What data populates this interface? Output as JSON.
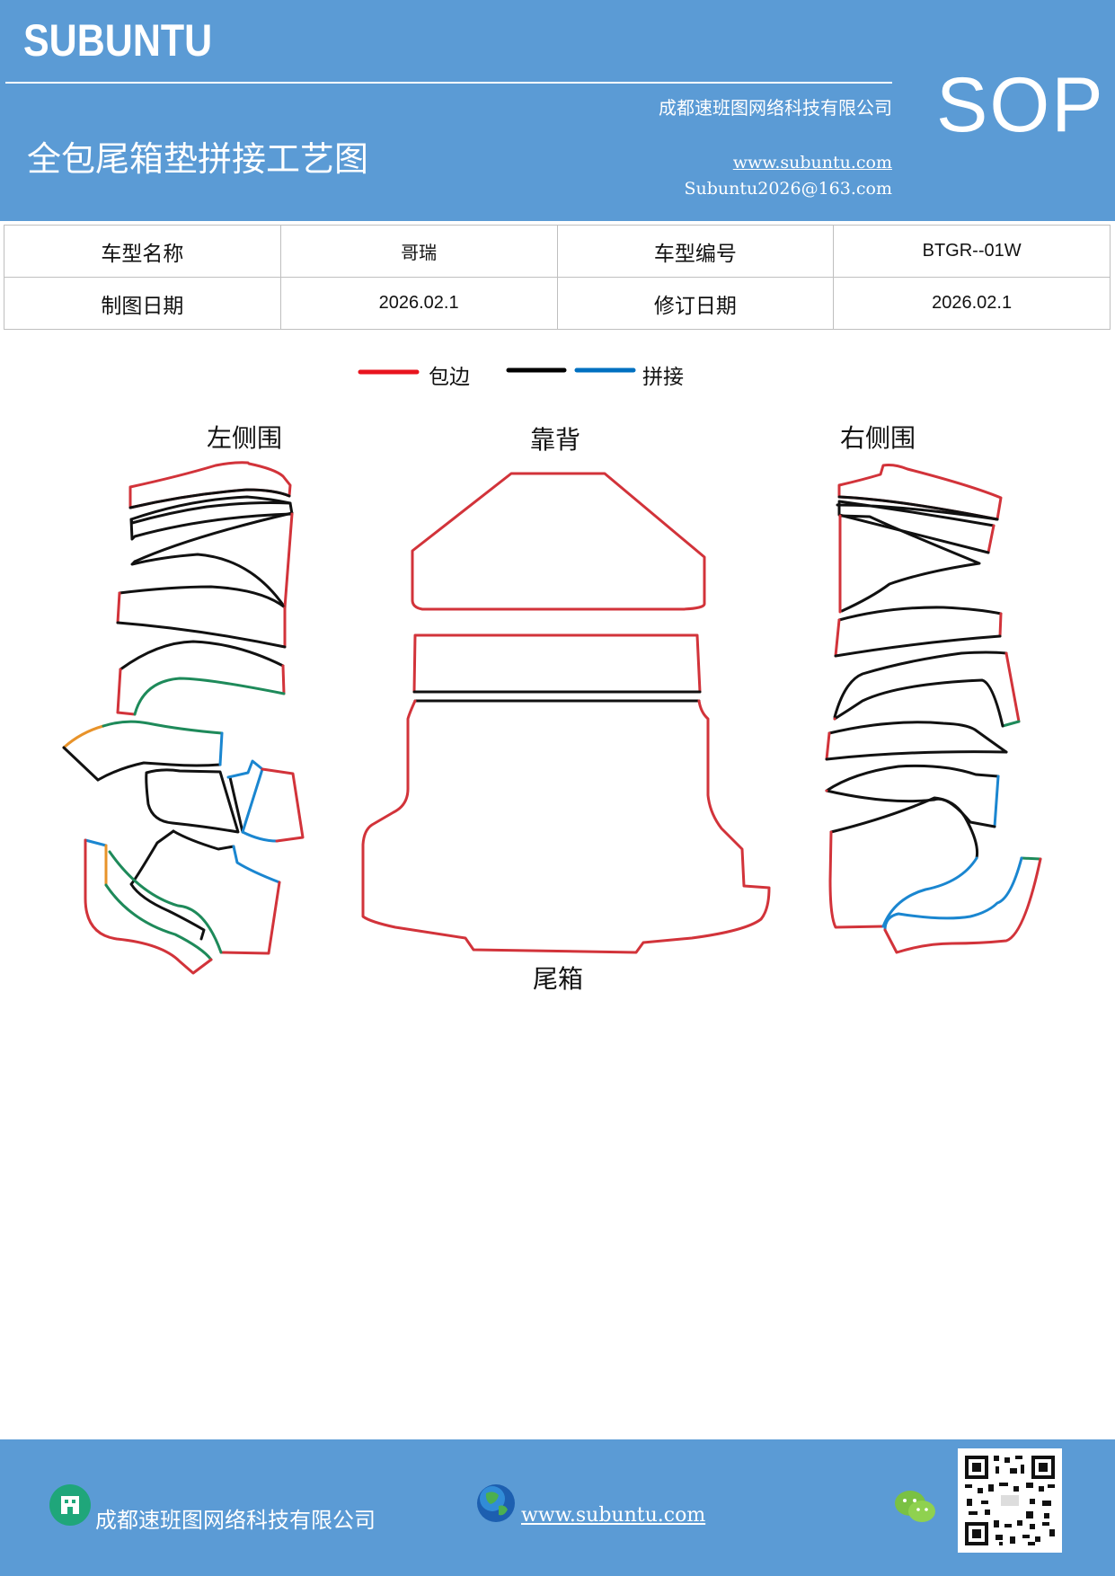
{
  "header": {
    "brand": "SUBUNTU",
    "company": "成都速班图网络科技有限公司",
    "title": "全包尾箱垫拼接工艺图",
    "website": "www.subuntu.com",
    "email": "Subuntu2026@163.com",
    "badge": "SOP"
  },
  "info_table": {
    "model_name_label": "车型名称",
    "model_name_value": "哥瑞",
    "model_code_label": "车型编号",
    "model_code_value": "BTGR--01W",
    "draw_date_label": "制图日期",
    "draw_date_value": "2026.02.1",
    "revision_date_label": "修订日期",
    "revision_date_value": "2026.02.1"
  },
  "legend": {
    "items": [
      {
        "label": "包边",
        "color": "#e8141e"
      },
      {
        "label": "",
        "color": "#000000"
      },
      {
        "label": "拼接",
        "color": "#0070c0"
      }
    ]
  },
  "diagram": {
    "left_label": "左侧围",
    "center_label": "靠背",
    "right_label": "右侧围",
    "bottom_label": "尾箱",
    "colors": {
      "red": "#d2333a",
      "black": "#111111",
      "green": "#1e8a5a",
      "blue": "#1a86d0",
      "orange": "#e8932a"
    }
  },
  "footer": {
    "company": "成都速班图网络科技有限公司",
    "website": "www.subuntu.com"
  },
  "colors": {
    "brand_blue": "#5b9bd5"
  }
}
